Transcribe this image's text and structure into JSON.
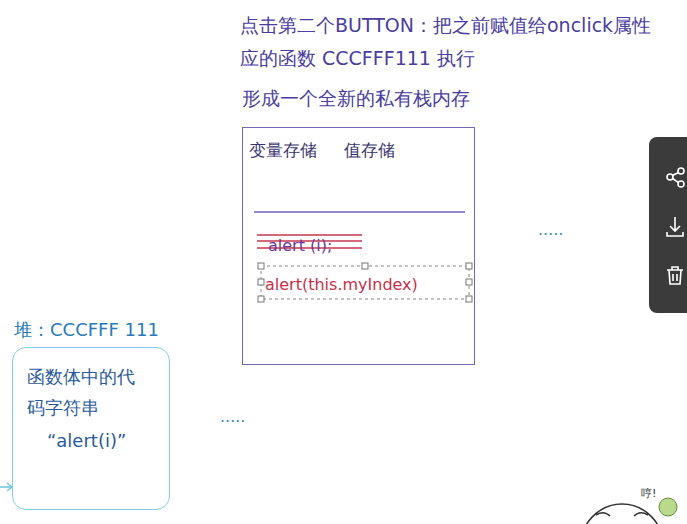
{
  "diagram": {
    "title": "点击第二个BUTTON：把之前赋值给onclick属性 应的函数 CCCFFF111 执行",
    "nodes": [
      {
        "text": [
          "变量存储",
          "值存储",
          "alert (i);",
          "alert(this.myIndex)"
        ]
      },
      {
        "text": [
          "堆：CCCFFF 111",
          "函数体中的代码字符串",
          "“alert(i)”"
        ]
      }
    ],
    "edges": [],
    "labels": [
      "形成一个全新的私有栈内存",
      ".....",
      ".....",
      "哼!"
    ]
  }
}
